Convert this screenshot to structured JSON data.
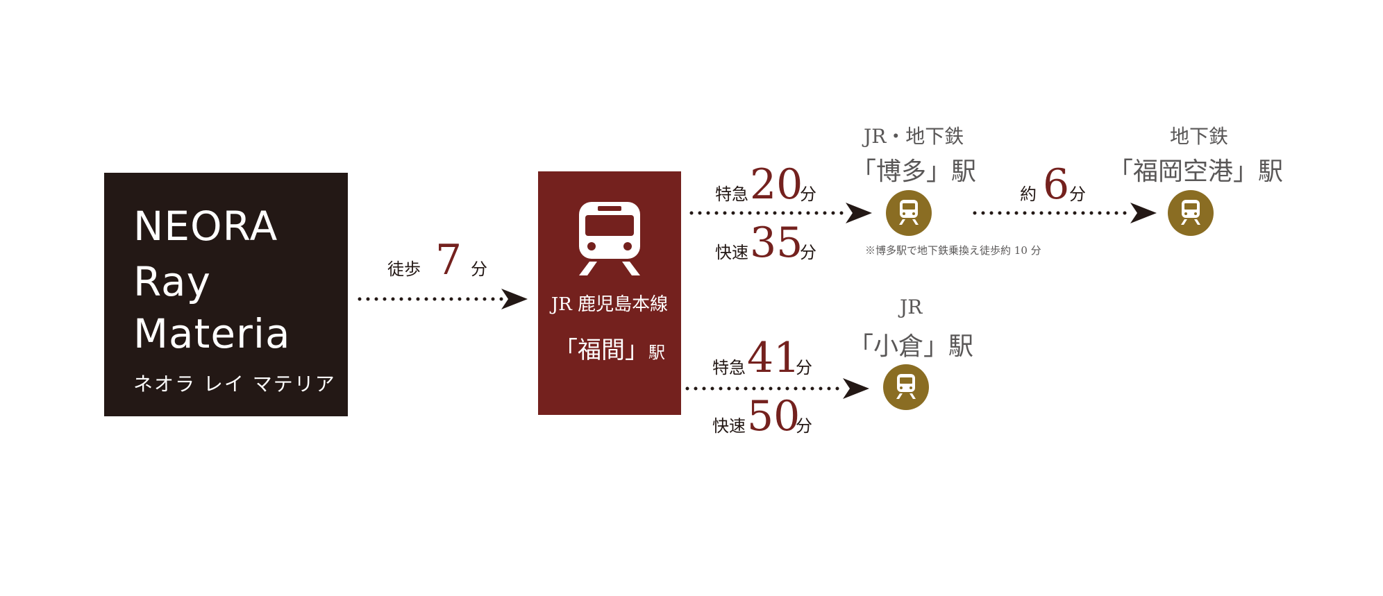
{
  "property": {
    "name_lines": [
      "NEORA",
      "Ray",
      "Materia"
    ],
    "kana": "ネオラ レイ マテリア",
    "icon": "none"
  },
  "walk": {
    "label": "徒歩",
    "minutes": "7",
    "unit": "分"
  },
  "fukuma": {
    "line": "JR 鹿児島本線",
    "name": "「福間」",
    "suffix": "駅",
    "icon": "train-front-icon"
  },
  "to_hakata": {
    "express_label": "特急",
    "express_minutes": "20",
    "unit1": "分",
    "rapid_label": "快速",
    "rapid_minutes": "35",
    "unit2": "分"
  },
  "hakata": {
    "lines": "JR・地下鉄",
    "name": "「博多」駅",
    "note": "※博多駅で地下鉄乗換え徒歩約 10 分",
    "icon": "train-front-icon"
  },
  "to_airport": {
    "label": "約",
    "minutes": "6",
    "unit": "分"
  },
  "airport": {
    "lines": "地下鉄",
    "name": "「福岡空港」駅",
    "icon": "train-front-icon"
  },
  "to_kokura": {
    "express_label": "特急",
    "express_minutes": "41",
    "unit1": "分",
    "rapid_label": "快速",
    "rapid_minutes": "50",
    "unit2": "分"
  },
  "kokura": {
    "lines": "JR",
    "name": "「小倉」駅",
    "icon": "train-front-icon"
  },
  "colors": {
    "dark": "#231815",
    "maroon": "#74211e",
    "gold": "#8a6d23",
    "grey": "#595757"
  }
}
